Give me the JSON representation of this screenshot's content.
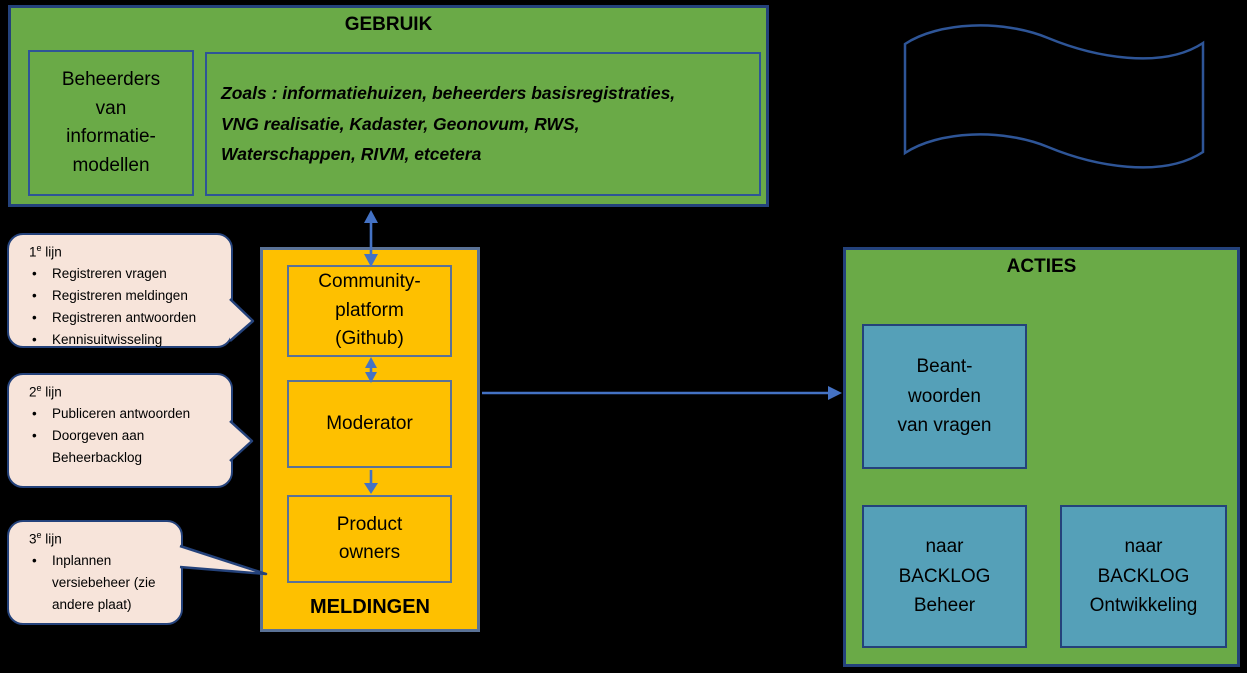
{
  "colors": {
    "bg": "#000000",
    "text": "#000000",
    "green": "#6aaa47",
    "navy": "#24427b",
    "blue": "#2e5597",
    "orange": "#fec000",
    "slate": "#5a7296",
    "teal": "#55a0b8",
    "bubble": "#f7e4da",
    "arrow": "#4472c4"
  },
  "ui": {
    "bullet": "•"
  },
  "gebruik": {
    "title": "GEBRUIK",
    "beheerders": "Beheerders\nvan\ninformatie-\nmodellen",
    "zoals": "Zoals : informatiehuizen, beheerders basisregistraties,\nVNG realisatie, Kadaster, Geonovum, RWS,\nWaterschappen, RIVM, etcetera"
  },
  "bubbles": [
    {
      "num": "1",
      "sup": "e",
      "word": " lijn",
      "items": [
        "Registreren vragen",
        "Registreren meldingen",
        "Registreren antwoorden",
        "Kennisuitwisseling"
      ]
    },
    {
      "num": "2",
      "sup": "e",
      "word": " lijn",
      "items": [
        "Publiceren antwoorden",
        "Doorgeven aan\nBeheerbacklog"
      ]
    },
    {
      "num": "3",
      "sup": "e",
      "word": " lijn",
      "items": [
        "Inplannen\nversiebeheer (zie\nandere plaat)"
      ]
    }
  ],
  "meldingen": {
    "title": "MELDINGEN",
    "boxes": [
      "Community-\nplatform\n(Github)",
      "Moderator",
      "Product\nowners"
    ]
  },
  "acties": {
    "title": "ACTIES",
    "boxes": [
      "Beant-\nwoorden\nvan vragen",
      "naar\nBACKLOG\nBeheer",
      "naar\nBACKLOG\nOntwikkeling"
    ]
  }
}
